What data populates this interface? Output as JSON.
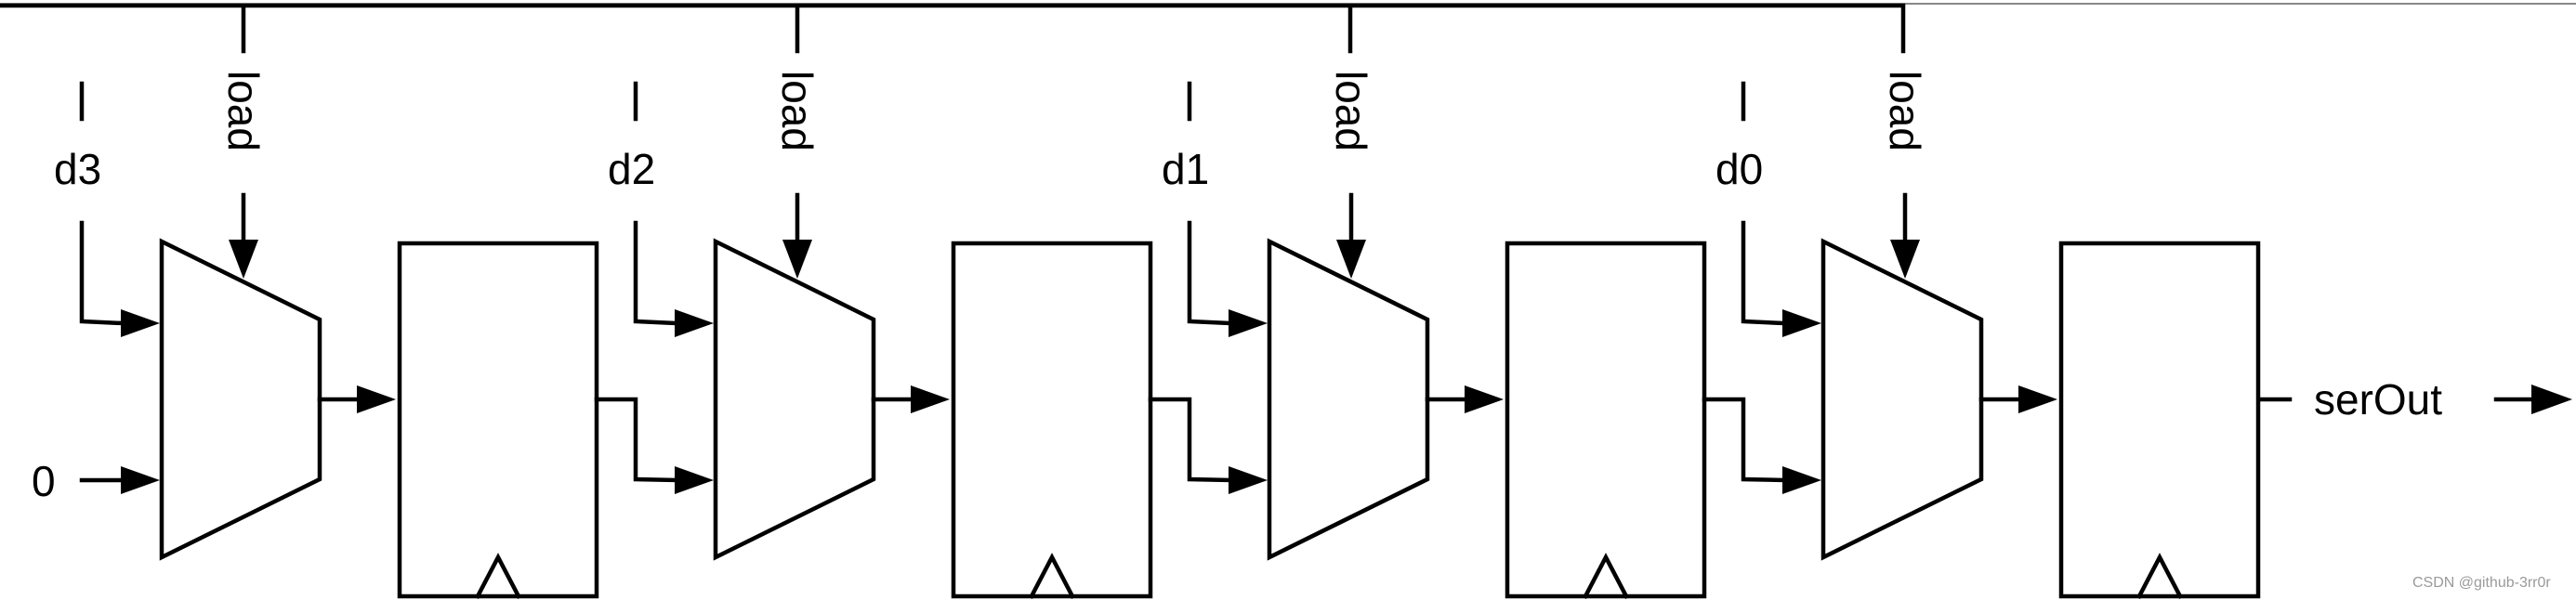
{
  "stages": [
    {
      "data_label": "d3",
      "select_label": "load",
      "other_input_label": "0"
    },
    {
      "data_label": "d2",
      "select_label": "load"
    },
    {
      "data_label": "d1",
      "select_label": "load"
    },
    {
      "data_label": "d0",
      "select_label": "load"
    }
  ],
  "output_label": "serOut",
  "watermark": "CSDN @github-3rr0r"
}
